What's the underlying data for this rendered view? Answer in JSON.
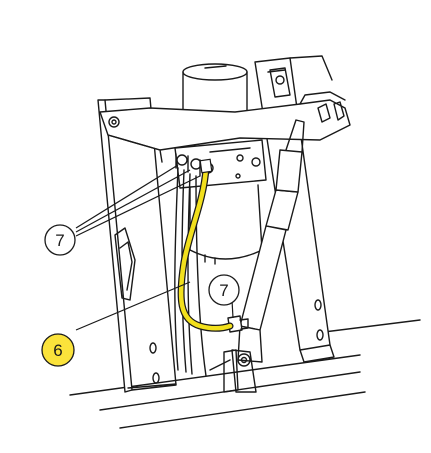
{
  "callouts": {
    "hoses_fittings_top": "7",
    "hose_fitting_bottom": "7",
    "yellow_hose": "6"
  },
  "colors": {
    "line": "#1a1a1a",
    "highlight_hose": "#f2e01d",
    "callout_6_fill": "#fbe33b",
    "background": "#ffffff"
  },
  "icons": {
    "callout_7_top": "circle-callout",
    "callout_7_bottom": "circle-callout",
    "callout_6": "filled-circle-callout"
  }
}
